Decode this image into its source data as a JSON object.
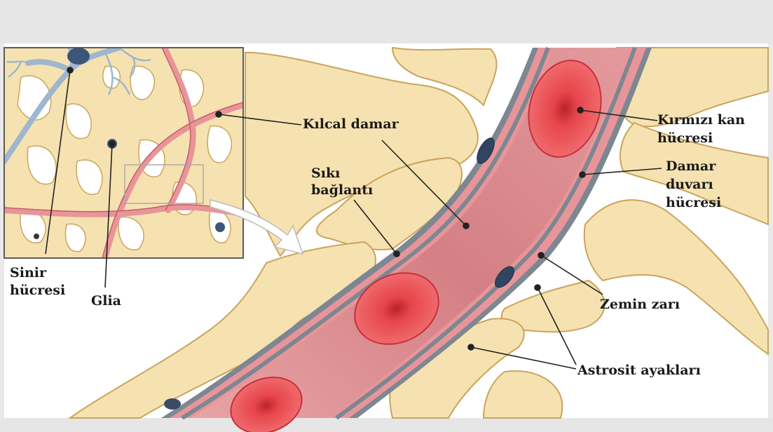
{
  "labels": {
    "capillary": "Kılcal damar",
    "tight_junction_line1": "Sıkı",
    "tight_junction_line2": "bağlantı",
    "red_blood_cell_line1": "Kırmızı kan",
    "red_blood_cell_line2": "hücresi",
    "vessel_wall_cell_line1": "Damar",
    "vessel_wall_cell_line2": "duvarı",
    "vessel_wall_cell_line3": "hücresi",
    "basement_membrane": "Zemin zarı",
    "astrocyte_feet": "Astrosit ayakları",
    "nerve_cell_line1": "Sinir",
    "nerve_cell_line2": "hücresi",
    "glia": "Glia"
  },
  "colors": {
    "glia_fill": "#f6e2b0",
    "glia_stroke": "#c9a55c",
    "vessel_lumen": "#d98a8c",
    "vessel_wall": "#e8959a",
    "membrane": "#7d8791",
    "red_cell": "#e8464b",
    "red_cell_center": "#c72a31",
    "neuron": "#9fb6cf",
    "nucleus": "#3c5678",
    "background_band": "#e3e3e3"
  }
}
